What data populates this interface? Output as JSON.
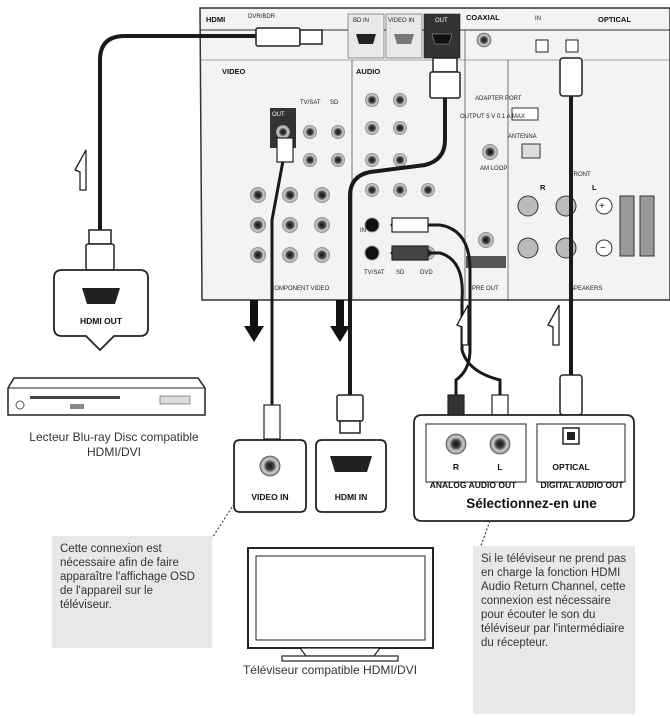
{
  "receiver": {
    "hdmi_title": "HDMI",
    "bd_in": "BD IN",
    "video_in": "VIDEO IN",
    "out": "OUT",
    "coaxial": "COAXIAL",
    "optical": "OPTICAL",
    "video": "VIDEO",
    "audio": "AUDIO",
    "adapter_port": "ADAPTER PORT",
    "antenna": "ANTENNA",
    "am_loop": "AM LOOP",
    "component_video": "COMPONENT VIDEO",
    "speakers": "SPEAKERS",
    "pre_out": "PRE OUT",
    "front": "FRONT",
    "tv_sat": "TV/SAT",
    "dvd": "DVD",
    "sd": "SD",
    "in": "IN",
    "out_5v": "OUTPUT 5 V 0.1 A MAX",
    "dvr_bdr": "DVR/BDR",
    "r": "R",
    "l": "L"
  },
  "callouts": {
    "hdmi_out": "HDMI OUT",
    "video_in": "VIDEO IN",
    "hdmi_in": "HDMI IN",
    "analog_r": "R",
    "analog_l": "L",
    "analog_audio_out": "ANALOG AUDIO OUT",
    "optical": "OPTICAL",
    "digital_audio_out": "DIGITAL AUDIO OUT"
  },
  "select_one": "Sélectionnez-en une",
  "bd_player_caption": "Lecteur Blu-ray Disc compatible HDMI/DVI",
  "tv_caption": "Téléviseur compatible HDMI/DVI",
  "note_left": "Cette connexion est nécessaire afin de faire apparaître l'affichage OSD de l'appareil sur le téléviseur.",
  "note_right": "Si le téléviseur ne prend pas en charge la fonction HDMI Audio Return Channel, cette connexion est nécessaire pour écouter le son du téléviseur par l'intermédiaire du récepteur.",
  "colors": {
    "panel": "#f2f2f2",
    "panel_dark": "#3a3a3a",
    "cable": "#1a1a1a",
    "note_bg": "#e8e8e8"
  }
}
